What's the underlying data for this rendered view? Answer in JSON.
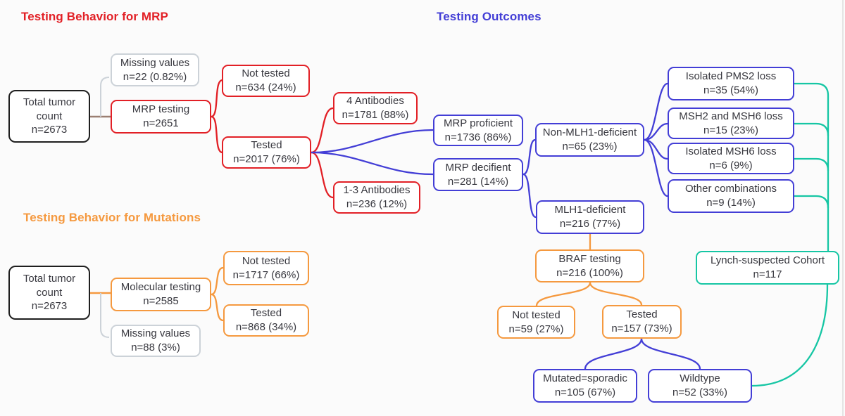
{
  "titles": {
    "mrp": "Testing Behavior for MRP",
    "outcomes": "Testing Outcomes",
    "mutations": "Testing Behavior for Mutations"
  },
  "colors": {
    "red": "#e22026",
    "blue": "#433ed6",
    "orange": "#f5993f",
    "teal": "#16c6a4",
    "gray": "#ccd2d8",
    "black": "#1f1f1f",
    "text": "#38383f",
    "bg": "#fbfbfb",
    "stem": "#9b7f72"
  },
  "nodes": {
    "total_mrp": {
      "label": "Total tumor count",
      "value": "n=2673"
    },
    "missing_mrp": {
      "label": "Missing values",
      "value": "n=22 (0.82%)"
    },
    "mrp_testing": {
      "label": "MRP testing",
      "value": "n=2651"
    },
    "not_tested_mrp": {
      "label": "Not tested",
      "value": "n=634 (24%)"
    },
    "tested_mrp": {
      "label": "Tested",
      "value": "n=2017 (76%)"
    },
    "antibodies4": {
      "label": "4 Antibodies",
      "value": "n=1781 (88%)"
    },
    "antibodies13": {
      "label": "1-3 Antibodies",
      "value": "n=236 (12%)"
    },
    "mrp_proficient": {
      "label": "MRP proficient",
      "value": "n=1736 (86%)"
    },
    "mrp_deficient": {
      "label": "MRP decifient",
      "value": "n=281 (14%)"
    },
    "non_mlh1": {
      "label": "Non-MLH1-deficient",
      "value": "n=65 (23%)"
    },
    "mlh1": {
      "label": "MLH1-deficient",
      "value": "n=216 (77%)"
    },
    "pms2_loss": {
      "label": "Isolated PMS2 loss",
      "value": "n=35 (54%)"
    },
    "msh2_msh6_loss": {
      "label": "MSH2 and MSH6 loss",
      "value": "n=15 (23%)"
    },
    "msh6_loss": {
      "label": "Isolated MSH6 loss",
      "value": "n=6 (9%)"
    },
    "other_comb": {
      "label": "Other combinations",
      "value": "n=9 (14%)"
    },
    "braf_testing": {
      "label": "BRAF testing",
      "value": "n=216 (100%)"
    },
    "not_tested_braf": {
      "label": "Not tested",
      "value": "n=59 (27%)"
    },
    "tested_braf": {
      "label": "Tested",
      "value": "n=157 (73%)"
    },
    "mutated": {
      "label": "Mutated=sporadic",
      "value": "n=105 (67%)"
    },
    "wildtype": {
      "label": "Wildtype",
      "value": "n=52 (33%)"
    },
    "lynch": {
      "label": "Lynch-suspected Cohort",
      "value": "n=117"
    },
    "total_mut": {
      "label": "Total tumor count",
      "value": "n=2673"
    },
    "mol_testing": {
      "label": "Molecular testing",
      "value": "n=2585"
    },
    "not_tested_mol": {
      "label": "Not tested",
      "value": "n=1717 (66%)"
    },
    "tested_mol": {
      "label": "Tested",
      "value": "n=868 (34%)"
    },
    "missing_mol": {
      "label": "Missing values",
      "value": "n=88 (3%)"
    }
  }
}
